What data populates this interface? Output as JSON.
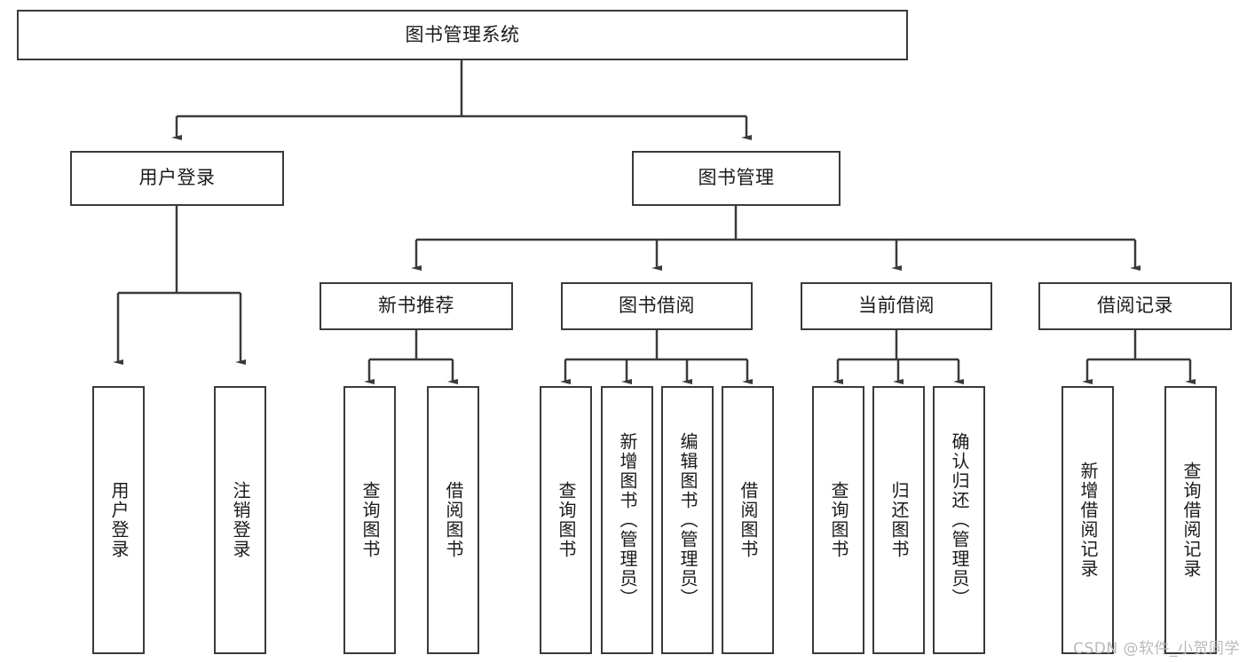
{
  "diagram": {
    "title": "图书管理系统",
    "type": "hierarchy-tree",
    "colors": {
      "stroke": "#3a3a3a",
      "box_fill": "#ffffff",
      "text": "#1b1b1b",
      "background": "#ffffff",
      "watermark": "#b9b9b9"
    },
    "root": {
      "label": "图书管理系统"
    },
    "level2": [
      {
        "label": "用户登录"
      },
      {
        "label": "图书管理"
      }
    ],
    "level3": [
      {
        "label": "新书推荐"
      },
      {
        "label": "图书借阅"
      },
      {
        "label": "当前借阅"
      },
      {
        "label": "借阅记录"
      }
    ],
    "leaves": {
      "user_login": [
        {
          "label": "用户登录"
        },
        {
          "label": "注销登录"
        }
      ],
      "new_book_recommend": [
        {
          "label": "查询图书"
        },
        {
          "label": "借阅图书"
        }
      ],
      "book_borrow": [
        {
          "label": "查询图书"
        },
        {
          "label": "新增图书（管理员）"
        },
        {
          "label": "编辑图书（管理员）"
        },
        {
          "label": "借阅图书"
        }
      ],
      "current_borrow": [
        {
          "label": "查询图书"
        },
        {
          "label": "归还图书"
        },
        {
          "label": "确认归还（管理员）"
        }
      ],
      "borrow_record": [
        {
          "label": "新增借阅记录"
        },
        {
          "label": "查询借阅记录"
        }
      ]
    }
  },
  "watermark": {
    "text": "CSDN @软件_小贺同学"
  }
}
